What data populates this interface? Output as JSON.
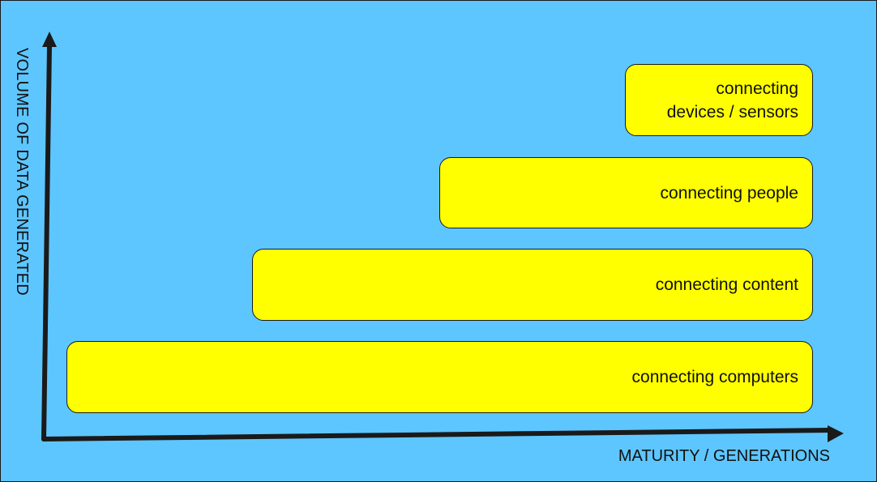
{
  "diagram": {
    "y_axis_label": "VOLUME OF DATA GENERATED",
    "x_axis_label": "MATURITY / GENERATIONS",
    "stages": [
      {
        "label": "connecting\ndevices / sensors"
      },
      {
        "label": "connecting people"
      },
      {
        "label": "connecting content"
      },
      {
        "label": "connecting computers"
      }
    ]
  },
  "colors": {
    "background": "#5ec6ff",
    "bar_fill": "#ffff00",
    "axis": "#1a1a1a"
  }
}
